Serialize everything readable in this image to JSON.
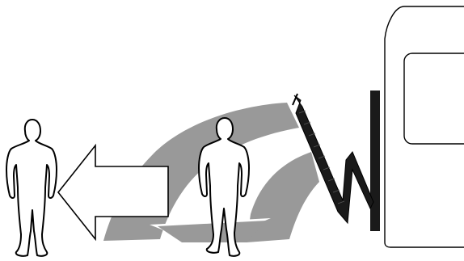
{
  "diagram": {
    "colors": {
      "background": "#ffffff",
      "outline": "#000000",
      "sweep": "#999999",
      "door": "#1a1a1a"
    },
    "elements": [
      "van-rear-outline",
      "van-window",
      "rear-door",
      "door-swing-sweep",
      "left-arrow",
      "person-silhouette"
    ]
  }
}
